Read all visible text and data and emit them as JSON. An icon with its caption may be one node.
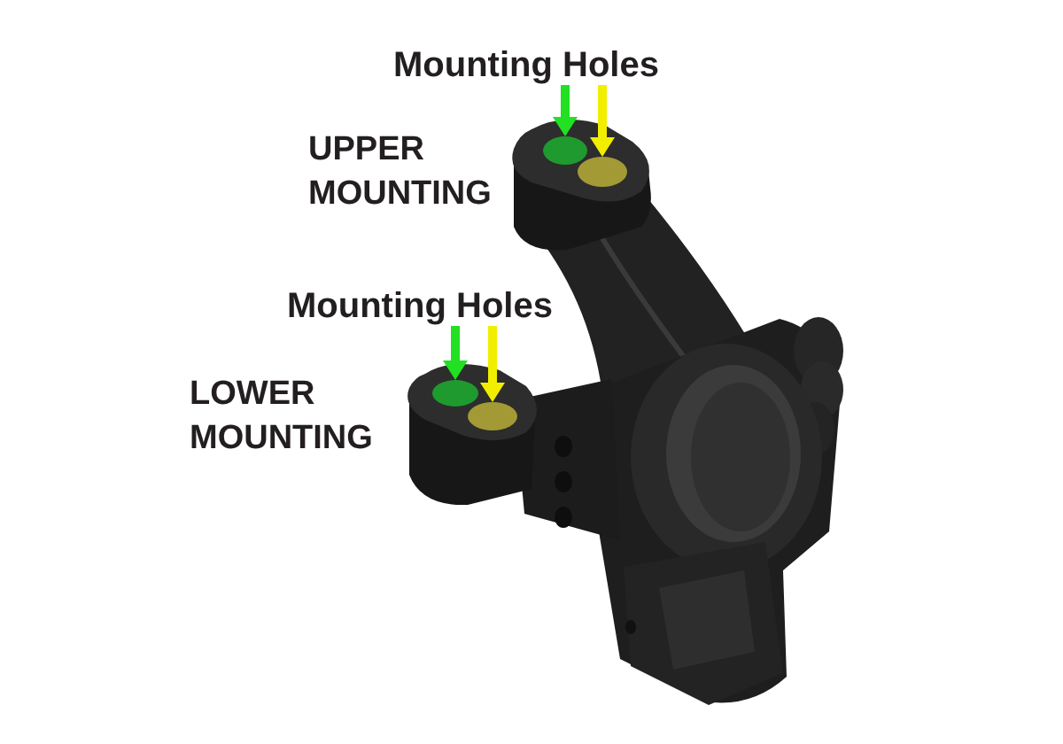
{
  "diagram": {
    "nodes": [
      {
        "text": [
          "Mounting Holes"
        ]
      },
      {
        "text": [],
        "shape": "circle"
      },
      {
        "text": [],
        "shape": "circle"
      },
      {
        "text": [
          "Mounting Holes"
        ]
      },
      {
        "text": [],
        "shape": "circle"
      },
      {
        "text": [],
        "shape": "circle"
      }
    ],
    "edges": [
      {
        "from": 0,
        "to": 1,
        "arrow": "to",
        "color": "#22e022"
      },
      {
        "from": 0,
        "to": 2,
        "arrow": "to",
        "color": "#f2ee00"
      },
      {
        "from": 3,
        "to": 4,
        "arrow": "to",
        "color": "#22e022"
      },
      {
        "from": 3,
        "to": 5,
        "arrow": "to",
        "color": "#f2ee00"
      }
    ],
    "labels": [
      "UPPER MOUNTING",
      "LOWER MOUNTING"
    ]
  }
}
